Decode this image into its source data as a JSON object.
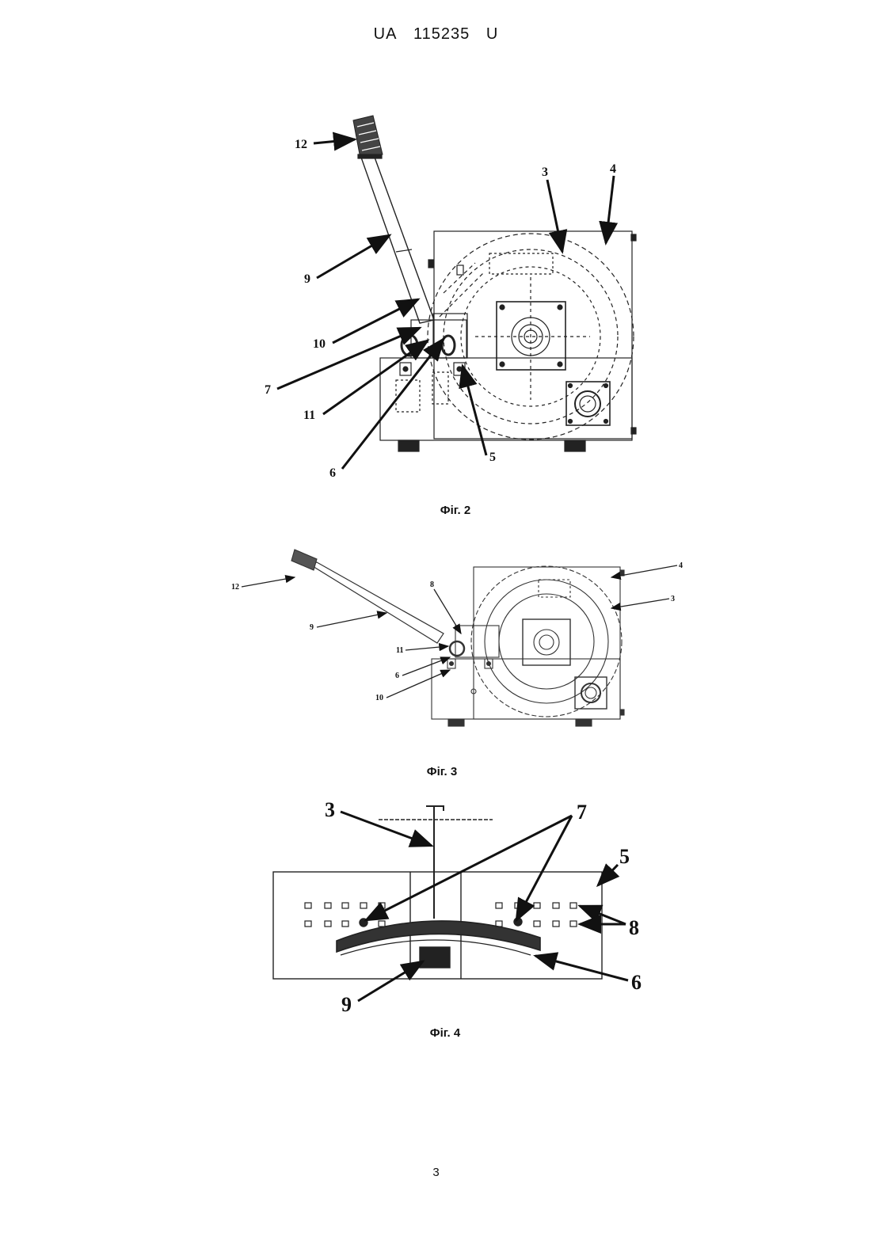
{
  "header": {
    "country": "UA",
    "number": "115235",
    "kind": "U"
  },
  "page_number": "3",
  "figures": {
    "fig2": {
      "caption": "Фіг. 2",
      "labels": {
        "l12": "12",
        "l3": "3",
        "l4": "4",
        "l9": "9",
        "l10": "10",
        "l7": "7",
        "l11": "11",
        "l6": "6",
        "l5": "5"
      }
    },
    "fig3": {
      "caption": "Фіг. 3",
      "labels": {
        "l12": "12",
        "l8": "8",
        "l4": "4",
        "l3": "3",
        "l9": "9",
        "l11": "11",
        "l6": "6",
        "l10": "10"
      }
    },
    "fig4": {
      "caption": "Фіг. 4",
      "labels": {
        "l3": "3",
        "l7": "7",
        "l5": "5",
        "l8": "8",
        "l6": "6",
        "l9": "9"
      }
    }
  }
}
